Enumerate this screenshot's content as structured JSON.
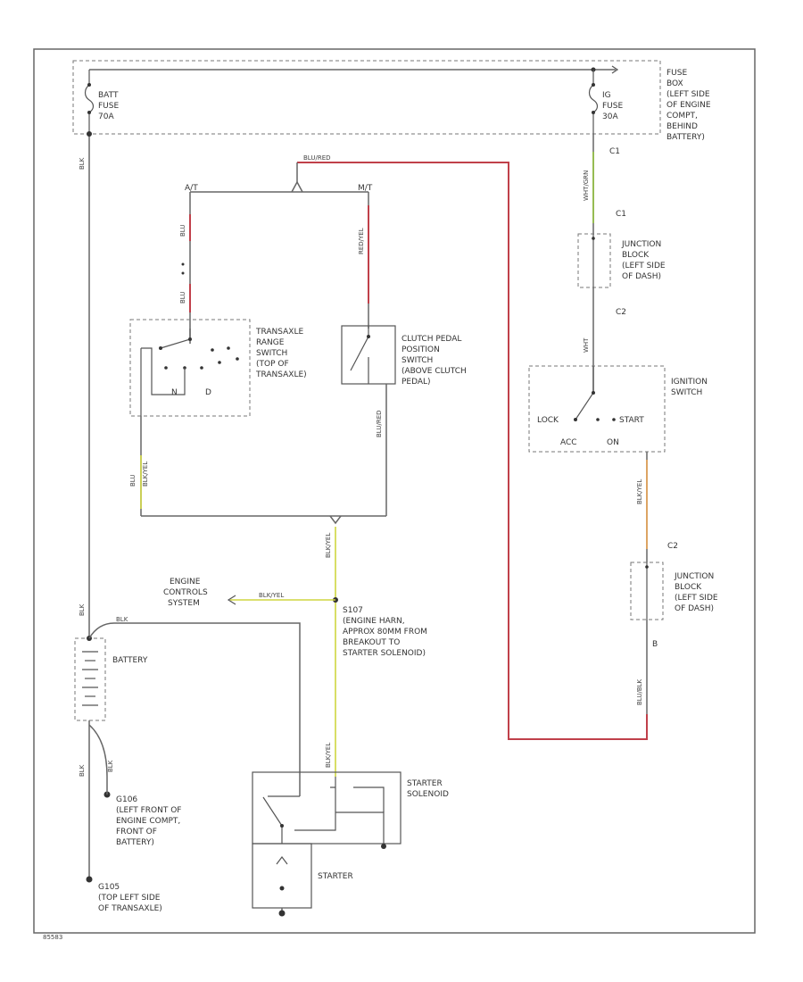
{
  "fuse_box": {
    "label": [
      "FUSE",
      "BOX",
      "(LEFT SIDE",
      "OF ENGINE",
      "COMPT,",
      "BEHIND",
      "BATTERY)"
    ],
    "fuse_batt": [
      "BATT",
      "FUSE",
      "70A"
    ],
    "fuse_ig": [
      "IG",
      "FUSE",
      "30A"
    ],
    "conn_right": "C1"
  },
  "junction_block_1": {
    "label": [
      "JUNCTION",
      "BLOCK",
      "(LEFT SIDE",
      "OF DASH)"
    ],
    "conn_top": "C1",
    "conn_bottom": "C2"
  },
  "junction_block_2": {
    "label": [
      "JUNCTION",
      "BLOCK",
      "(LEFT SIDE",
      "OF DASH)"
    ],
    "conn_top": "C2",
    "conn_bottom": "B"
  },
  "ignition_switch": {
    "label": [
      "IGNITION",
      "SWITCH"
    ],
    "lock": "LOCK",
    "start": "START",
    "acc": "ACC",
    "on": "ON"
  },
  "transaxle_range_switch": {
    "label": [
      "TRANSAXLE",
      "RANGE",
      "SWITCH",
      "(TOP OF",
      "TRANSAXLE)"
    ],
    "n": "N",
    "d": "D"
  },
  "clutch_switch": {
    "label": [
      "CLUTCH PEDAL",
      "POSITION",
      "SWITCH",
      "(ABOVE CLUTCH",
      "PEDAL)"
    ]
  },
  "branch": {
    "at": "A/T",
    "mt": "M/T"
  },
  "engine_controls": [
    "ENGINE",
    "CONTROLS",
    "SYSTEM"
  ],
  "s107": [
    "S107",
    "(ENGINE HARN,",
    "APPROX 80MM FROM",
    "BREAKOUT TO",
    "STARTER SOLENOID)"
  ],
  "battery": "BATTERY",
  "g106": [
    "G106",
    "(LEFT FRONT OF",
    "ENGINE COMPT,",
    "FRONT OF",
    "BATTERY)"
  ],
  "g105": [
    "G105",
    "(TOP LEFT SIDE",
    "OF TRANSAXLE)"
  ],
  "starter_solenoid": [
    "STARTER",
    "SOLENOID"
  ],
  "starter": "STARTER",
  "wires": {
    "blk_main": "BLK",
    "blu_red": "BLU/RED",
    "blu_at_top": "BLU",
    "blu_at_bot": "BLU",
    "red_mt": "RED/YEL",
    "wht_grn": "WHT/GRN",
    "wht": "WHT",
    "blu_yel_1": "BLU",
    "blu_yel_2": "BLK/YEL",
    "clutch_out": "BLU/RED",
    "s107_vert": "BLK/YEL",
    "engine_ctrl": "BLK/YEL",
    "blk_batt": "BLK",
    "blk_sol": "BLK",
    "sol_vert": "BLK/YEL",
    "orange": "BLK/YEL",
    "blu_blk": "BLU/BLK",
    "blk_g106a": "BLK",
    "blk_g106b": "BLK"
  },
  "code": "85583"
}
